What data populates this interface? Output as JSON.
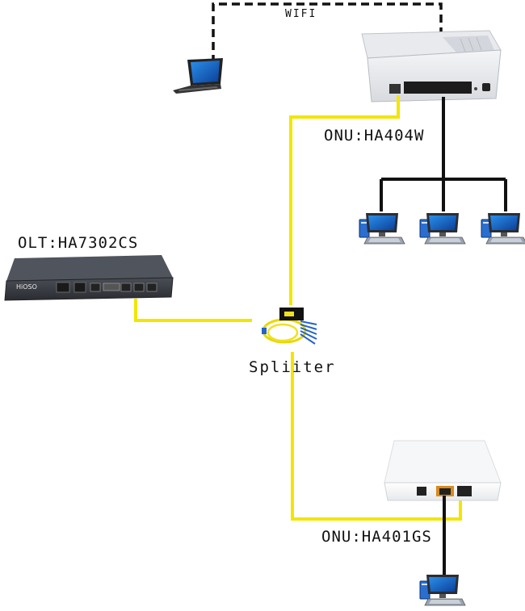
{
  "labels": {
    "wifi": "WIFI",
    "onu_top": "ONU:HA404W",
    "olt": "OLT:HA7302CS",
    "olt_brand": "HiOSO",
    "splitter": "Spliiter",
    "onu_bottom": "ONU:HA401GS"
  },
  "colors": {
    "fiber": "#f2e600",
    "ethernet": "#111111",
    "wifi": "#111111",
    "device_white": "#f3f3f3",
    "olt_body": "#3a3d44"
  }
}
